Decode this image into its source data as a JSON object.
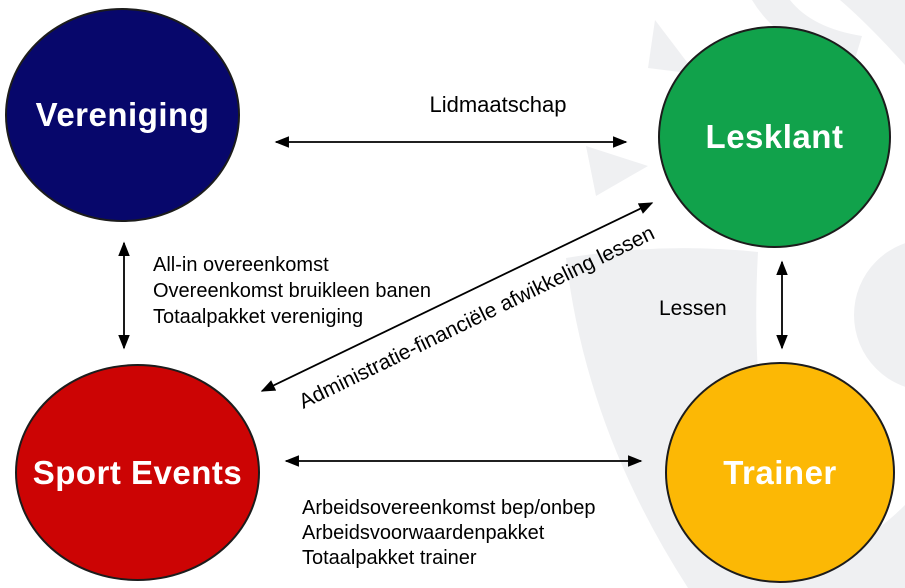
{
  "diagram": {
    "title": "Relations diagram tennis organisation",
    "nodes": {
      "vereniging": {
        "label": "Vereniging",
        "color": "#07076b"
      },
      "lesklant": {
        "label": "Lesklant",
        "color": "#11a24b"
      },
      "sport_events": {
        "label": "Sport Events",
        "color": "#cc0404"
      },
      "trainer": {
        "label": "Trainer",
        "color": "#fcb805"
      }
    },
    "edges": {
      "vereniging_lesklant": {
        "label": "Lidmaatschap"
      },
      "vereniging_sport_events": {
        "labels": [
          "All-in overeenkomst",
          "Overeenkomst bruikleen banen",
          "Totaalpakket vereniging"
        ]
      },
      "sport_events_lesklant": {
        "label": "Administratie-financiële afwikkeling lessen"
      },
      "lesklant_trainer": {
        "label": "Lessen"
      },
      "sport_events_trainer": {
        "labels": [
          "Arbeidsovereenkomst bep/onbep",
          "Arbeidsvoorwaardenpakket",
          "Totaalpakket trainer"
        ]
      }
    },
    "colors": {
      "arrow": "#000000",
      "label_text": "#000000",
      "background": "#ffffff",
      "watermark": "#eff0f2",
      "node_text": "#ffffff"
    }
  }
}
